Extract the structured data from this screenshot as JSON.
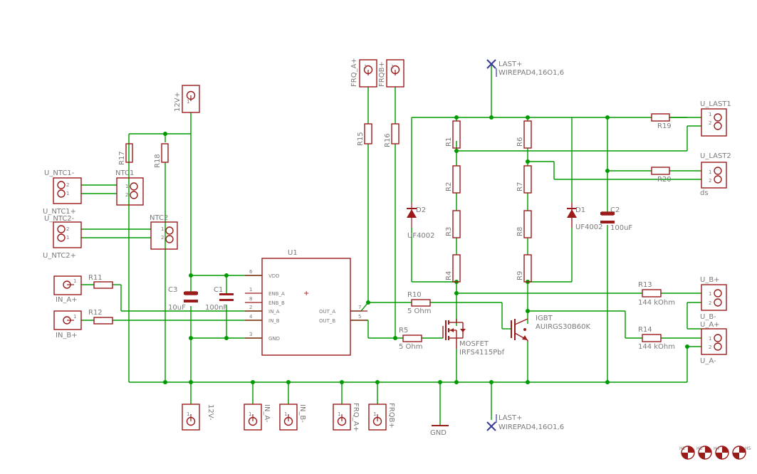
{
  "connectors": {
    "frq_a_plus_top": "FRQ_A+",
    "frqb_plus_top": "FRQB+",
    "v12_plus": "12V+",
    "u_ntc1_minus": "U_NTC1-",
    "u_ntc1_plus": "U_NTC1+",
    "u_ntc2_minus": "U_NTC2-",
    "u_ntc2_plus": "U_NTC2+",
    "in_a_plus": "IN_A+",
    "in_b_plus": "IN_B+",
    "v12_minus": "12V-",
    "in_a_minus": "IN_A-",
    "in_b_minus": "IN_B-",
    "frq_a_plus_bottom": "FRQ_A+",
    "frqb_plus_bottom": "FRQB+",
    "u_last1": "U_LAST1",
    "u_last2": "U_LAST2",
    "u_b_plus": "U_B+",
    "u_b_minus": "U_B-",
    "u_a_plus": "U_A+",
    "u_a_minus": "U_A-",
    "ds": "ds"
  },
  "parts": {
    "ntc1": "NTC1",
    "ntc2": "NTC2",
    "r17": "R17",
    "r18": "R18",
    "r11": "R11",
    "r12": "R12",
    "c3": "C3",
    "c3_value": "10uF",
    "c1": "C1",
    "c1_value": "100nF",
    "u1": "U1",
    "r15": "R15",
    "r16": "R16",
    "r10": "R10",
    "r10_value": "5 Ohm",
    "r5": "R5",
    "r5_value": "5 Ohm",
    "mosfet": "MOSFET",
    "mosfet_part": "IRFS4115Pbf",
    "igbt": "IGBT",
    "igbt_part": "AUIRGS30B60K",
    "r1": "R1",
    "r2": "R2",
    "r3": "R3",
    "r4": "R4",
    "r6": "R6",
    "r7": "R7",
    "r8": "R8",
    "r9": "R9",
    "d2": "D2",
    "d2_value": "UF4002",
    "d1": "D1",
    "d1_value": "UF4002",
    "c2": "C2",
    "c2_value": "100uF",
    "r19": "R19",
    "r20": "R20",
    "r13": "R13",
    "r13_value": "144 kOhm",
    "r14": "R14",
    "r14_value": "144 kOhm",
    "gnd": "GND",
    "last_plus_top": "LAST+",
    "wirepad_top": "WIREPAD4,16O1,6",
    "last_plus_bottom": "LAST+",
    "wirepad_bottom": "WIREPAD4,16O1,6",
    "h2": "H2",
    "h3": "H3",
    "h4": "H4",
    "h5": "H5"
  },
  "u1_pins": {
    "vdd": "VDD",
    "enb_a": "ENB_A",
    "enb_b": "ENB_B",
    "in_a": "IN_A",
    "in_b": "IN_B",
    "gnd": "GND",
    "out_a": "OUT_A",
    "out_b": "OUT_B",
    "n6": "6",
    "n1": "1",
    "n8": "8",
    "n2": "2",
    "n4": "4",
    "n3": "3",
    "n7": "7",
    "n5": "5"
  },
  "pin_numbers": {
    "one": "1",
    "two": "2"
  },
  "colors": {
    "wire": "#009a00",
    "part": "#9b1b1b",
    "label": "#7a7a7a"
  }
}
